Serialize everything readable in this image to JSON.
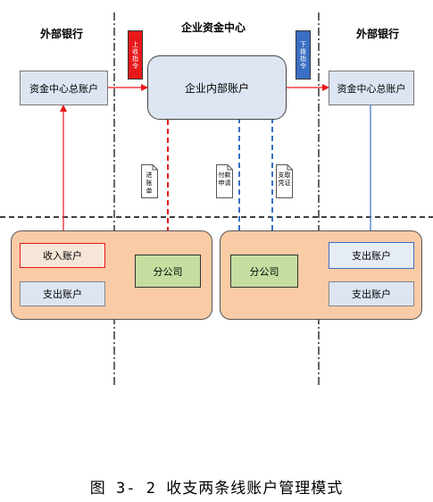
{
  "headers": {
    "left_bank": "外部银行",
    "center": "企业资金中心",
    "right_bank": "外部银行"
  },
  "nodes": {
    "left_total_account": "资金中心总账户",
    "internal_account": "企业内部账户",
    "right_total_account": "资金中心总账户",
    "income_account": "收入账户",
    "left_expense_account": "支出账户",
    "branch_left": "分公司",
    "branch_right": "分公司",
    "right_expense_account_top": "支出账户",
    "right_expense_account_bottom": "支出账户"
  },
  "instructions": {
    "upload": "上收指令",
    "download": "下拨指令"
  },
  "documents": {
    "deposit_slip": "进账单",
    "payment_request": "付款申请",
    "payment_voucher": "支取凭证"
  },
  "caption": "图 3- 2 收支两条线账户管理模式",
  "colors": {
    "red": "#e8191b",
    "blue": "#3a6fc3",
    "salmon": "#f9cba6",
    "green": "#c5dea0",
    "lightblue": "#dde5f2"
  }
}
